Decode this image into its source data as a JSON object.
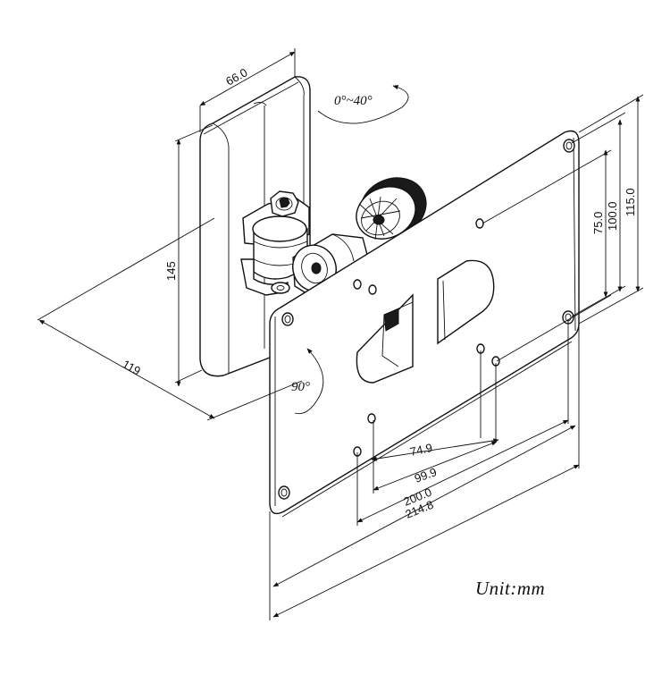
{
  "dimensions": {
    "arm_width": "66.0",
    "arm_height": "145",
    "arm_depth": "119",
    "hole_v_small": "75.0",
    "hole_v_mid": "100.0",
    "plate_height": "115.0",
    "hole_h_small": "74.9",
    "hole_h_mid": "99.9",
    "hole_h_large": "200.0",
    "plate_width": "214.8"
  },
  "angles": {
    "tilt": "0°~40°",
    "rotate": "90°"
  },
  "unit_label": "Unit:mm"
}
